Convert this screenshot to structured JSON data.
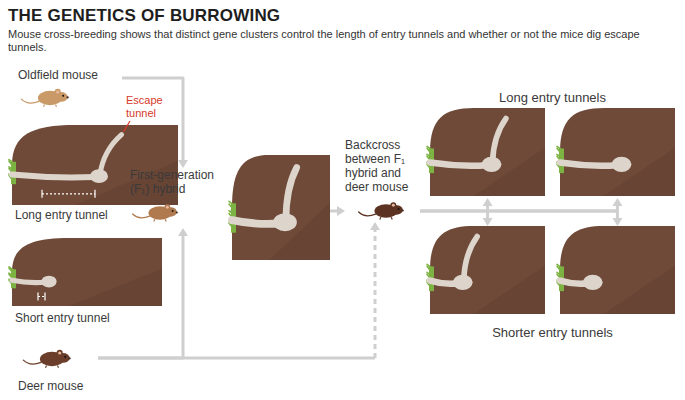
{
  "diagram": {
    "title": "THE GENETICS OF BURROWING",
    "caption": "Mouse cross-breeding shows that distinct gene clusters control the length of entry tunnels and whether or not the mice dig escape tunnels.",
    "nodes": [
      {
        "text": [
          "Oldfield mouse"
        ]
      },
      {
        "text": [
          "First-generation (F₁) hybrid"
        ]
      },
      {
        "text": [
          "Backcross between F₁ hybrid and deer mouse"
        ]
      },
      {
        "text": [
          "Long entry tunnels"
        ]
      },
      {
        "text": [
          "Shorter entry tunnels"
        ]
      },
      {
        "text": [
          "Deer mouse"
        ]
      }
    ],
    "edges": [
      {
        "from": 0,
        "to": 1,
        "arrow": "to"
      },
      {
        "from": 5,
        "to": 1,
        "arrow": "to"
      },
      {
        "from": 1,
        "to": 2,
        "arrow": "to"
      },
      {
        "from": 5,
        "to": 2,
        "arrow": "to"
      },
      {
        "from": 2,
        "to": 3,
        "arrow": "to"
      },
      {
        "from": 2,
        "to": 4,
        "arrow": "to"
      }
    ],
    "labels": [
      "Escape tunnel",
      "Long entry tunnel",
      "Short entry tunnel"
    ]
  }
}
